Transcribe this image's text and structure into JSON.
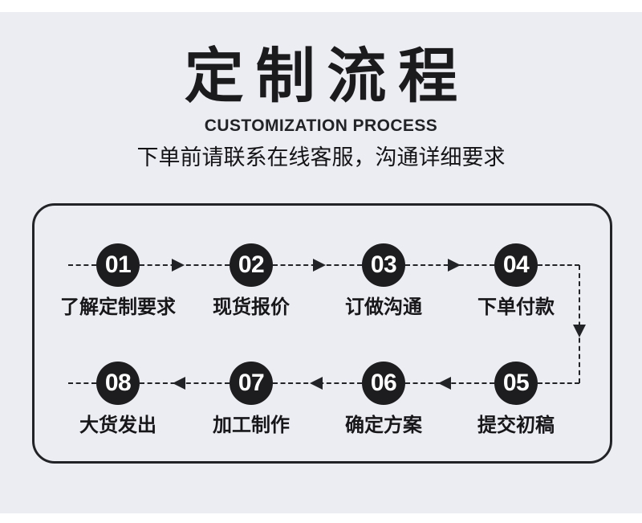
{
  "page": {
    "background_color": "#ffffff",
    "panel_background_color": "#ecedf2"
  },
  "header": {
    "title": "定制流程",
    "subtitle": "CUSTOMIZATION PROCESS",
    "note": "下单前请联系在线客服，沟通详细要求"
  },
  "flow": {
    "colors": {
      "circle_fill": "#1d1d1f",
      "circle_text": "#ffffff",
      "connector_line": "#222326",
      "panel_border": "#222326"
    },
    "steps": [
      {
        "number": "01",
        "label": "了解定制要求"
      },
      {
        "number": "02",
        "label": "现货报价"
      },
      {
        "number": "03",
        "label": "订做沟通"
      },
      {
        "number": "04",
        "label": "下单付款"
      },
      {
        "number": "05",
        "label": "提交初稿"
      },
      {
        "number": "06",
        "label": "确定方案"
      },
      {
        "number": "07",
        "label": "加工制作"
      },
      {
        "number": "08",
        "label": "大货发出"
      }
    ]
  }
}
